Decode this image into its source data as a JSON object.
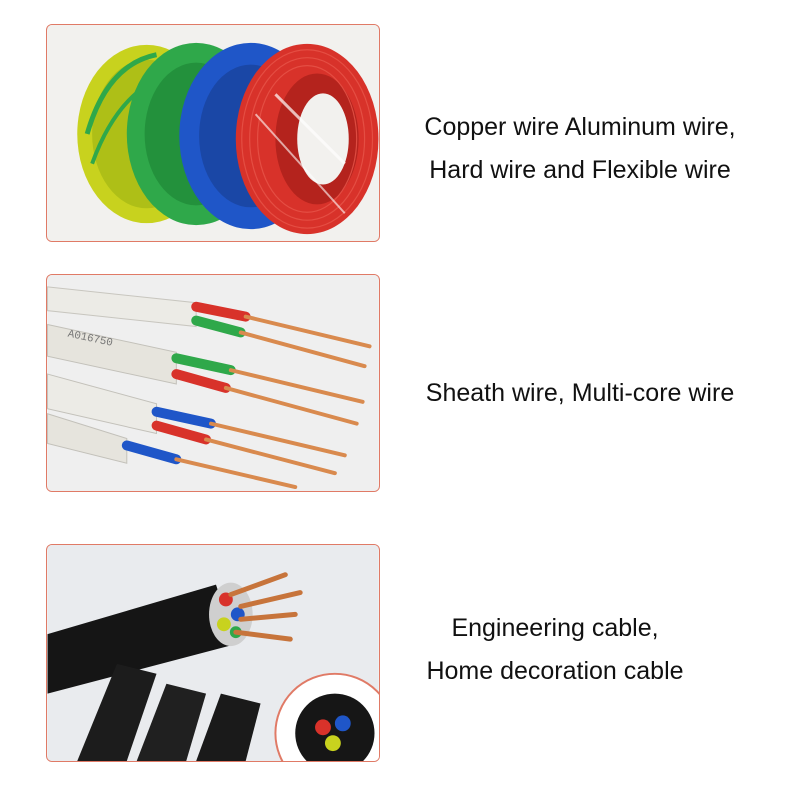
{
  "items": [
    {
      "lines": [
        "Copper wire Aluminum wire,",
        "Hard wire and Flexible wire"
      ],
      "image": "coiled-building-wire-photo"
    },
    {
      "lines": [
        "Sheath wire, Multi-core wire"
      ],
      "image": "sheathed-multicore-wire-photo"
    },
    {
      "lines": [
        "Engineering cable,",
        "Home decoration cable"
      ],
      "image": "black-engineering-cable-photo"
    }
  ],
  "product_print": "A016750",
  "colors": {
    "frame": "#e07a66",
    "yellow_green": "#c8d21e",
    "green": "#2fa84a",
    "blue": "#1f56c8",
    "red": "#d8322a",
    "copper": "#d98a4e",
    "sheath": "#e9e7e0",
    "cable_black": "#151515"
  }
}
